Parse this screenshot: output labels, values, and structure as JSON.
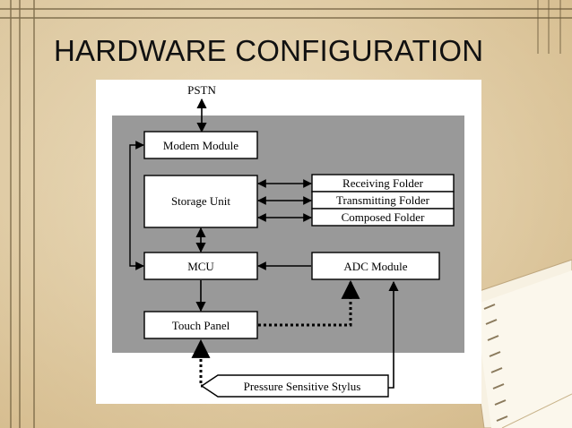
{
  "slide": {
    "title": "HARDWARE CONFIGURATION"
  },
  "diagram": {
    "top_label": "PSTN",
    "modem": "Modem Module",
    "storage": "Storage Unit",
    "folders": [
      "Receiving Folder",
      "Transmitting Folder",
      "Composed Folder"
    ],
    "mcu": "MCU",
    "adc": "ADC Module",
    "touch": "Touch Panel",
    "stylus": "Pressure Sensitive Stylus"
  },
  "colors": {
    "panel_gray": "#999999",
    "box_fill": "#ffffff",
    "line": "#000000"
  }
}
